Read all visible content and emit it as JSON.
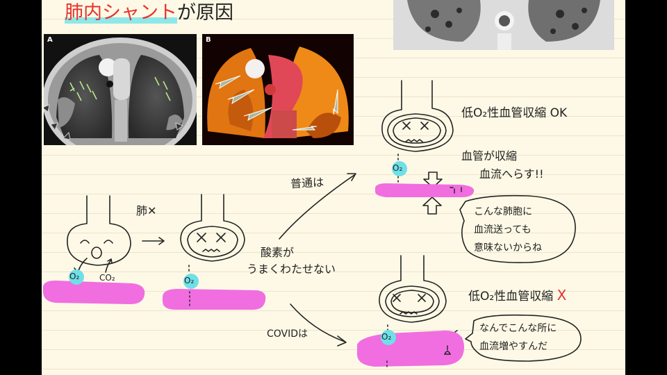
{
  "title": {
    "red_part": "肺内シャント",
    "rest": "が原因"
  },
  "ct_images": {
    "panel_a_label": "A",
    "panel_b_label": "B"
  },
  "labels": {
    "lung_x": "肺✕",
    "o2": "O₂",
    "co2": "CO₂",
    "oxygen_cannot_pass": [
      "酸素が",
      "うまくわたせない"
    ],
    "normal": "普通は",
    "covid": "COVIDは",
    "hpv_ok": "低O₂性血管収縮 OK",
    "vessel_constrict": [
      "血管が収縮",
      "血流へらす!!"
    ],
    "bubble_1": [
      "こんな肺胞に",
      "血流送っても",
      "意味ないからね"
    ],
    "hpv_x_text": "低O₂性血管収縮",
    "hpv_x_mark": "X",
    "bubble_2": [
      "なんでこんな所に",
      "血流増やすんだ"
    ]
  },
  "colors": {
    "red": "#e8322c",
    "cyan_highlight": "#6fe0e8",
    "pink_vessel": "#f06ee0",
    "ink": "#222222"
  }
}
